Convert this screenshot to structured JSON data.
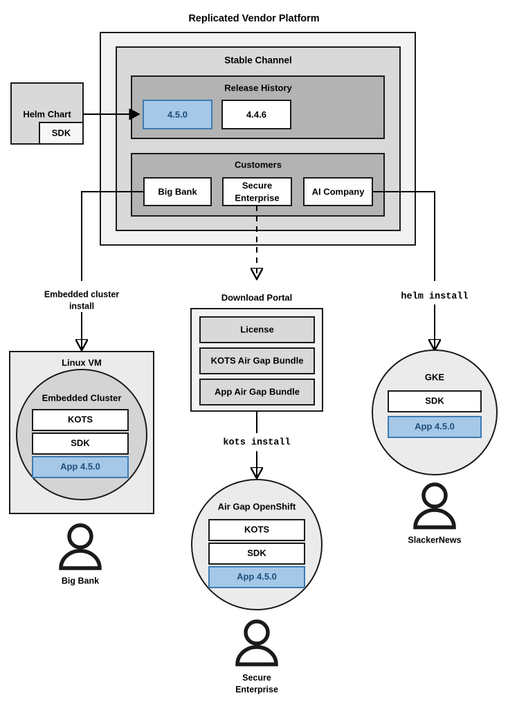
{
  "diagram": {
    "title": "Replicated Vendor Platform",
    "platform": {
      "stable_channel_label": "Stable Channel",
      "release_history_label": "Release History",
      "releases": [
        {
          "version": "4.5.0",
          "state": "current"
        },
        {
          "version": "4.4.6",
          "state": "previous"
        }
      ],
      "customers_label": "Customers",
      "customers": [
        {
          "name": "Big Bank"
        },
        {
          "name": "Secure\nEnterprise",
          "line1": "Secure",
          "line2": "Enterprise"
        },
        {
          "name": "AI Company"
        }
      ]
    },
    "helm_chart": {
      "label": "Helm Chart",
      "sdk_label": "SDK"
    },
    "edges": [
      {
        "id": "helm-to-release",
        "label": ""
      },
      {
        "id": "bigbank-to-embedded",
        "label": "Embedded cluster install",
        "line1": "Embedded cluster",
        "line2": "install",
        "style": "solid"
      },
      {
        "id": "secure-to-portal",
        "label": "",
        "style": "dashed"
      },
      {
        "id": "portal-to-airgap",
        "label": "kots install",
        "style": "solid",
        "mono": true
      },
      {
        "id": "ai-to-gke",
        "label": "helm install",
        "style": "solid",
        "mono": true
      }
    ],
    "targets": {
      "linux_vm": {
        "label": "Linux VM",
        "cluster_label": "Embedded Cluster",
        "components": [
          {
            "label": "KOTS",
            "state": "plain"
          },
          {
            "label": "SDK",
            "state": "plain"
          },
          {
            "label": "App 4.5.0",
            "state": "highlighted"
          }
        ],
        "user": "Big Bank"
      },
      "download_portal": {
        "label": "Download Portal",
        "artifacts": [
          {
            "label": "License"
          },
          {
            "label": "KOTS Air Gap Bundle"
          },
          {
            "label": "App Air Gap Bundle"
          }
        ]
      },
      "airgap_openshift": {
        "label": "Air Gap OpenShift",
        "components": [
          {
            "label": "KOTS",
            "state": "plain"
          },
          {
            "label": "SDK",
            "state": "plain"
          },
          {
            "label": "App 4.5.0",
            "state": "highlighted"
          }
        ],
        "user": "Secure\nEnterprise",
        "user_line1": "Secure",
        "user_line2": "Enterprise"
      },
      "gke": {
        "label": "GKE",
        "components": [
          {
            "label": "SDK",
            "state": "plain"
          },
          {
            "label": "App 4.5.0",
            "state": "highlighted"
          }
        ],
        "user": "SlackerNews"
      }
    },
    "colors": {
      "highlight_fill": "#a5c8e8",
      "highlight_stroke": "#3d7ab0",
      "highlight_text": "#1f4e79",
      "outer_panel_fill": "#f2f2f2",
      "channel_fill": "#d9d9d9",
      "section_fill": "#b3b3b3",
      "light_fill": "#ebebeb",
      "mid_fill": "#d4d4d4",
      "box_stroke": "#1a1a1a",
      "white": "#ffffff"
    }
  }
}
